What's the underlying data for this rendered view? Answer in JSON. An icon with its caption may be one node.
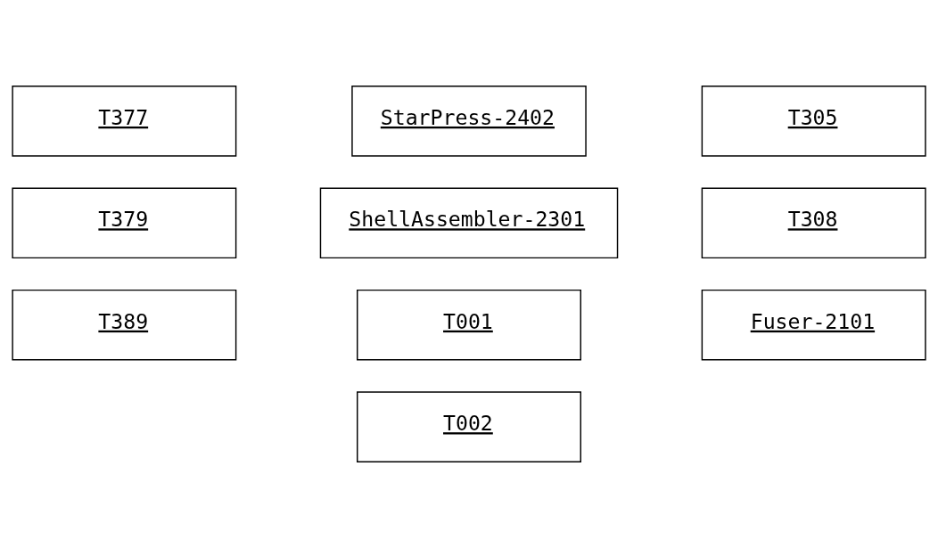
{
  "diagram": {
    "nodes": [
      {
        "text": [
          "T305"
        ]
      },
      {
        "text": [
          "StarPress-2402"
        ]
      },
      {
        "text": [
          "T377"
        ]
      },
      {
        "text": [
          "T308"
        ]
      },
      {
        "text": [
          "ShellAssembler-2301"
        ]
      },
      {
        "text": [
          "T379"
        ]
      },
      {
        "text": [
          "T389"
        ]
      },
      {
        "text": [
          "T001"
        ]
      },
      {
        "text": [
          "Fuser-2101"
        ]
      },
      {
        "text": [
          "T002"
        ]
      }
    ],
    "edges": []
  }
}
